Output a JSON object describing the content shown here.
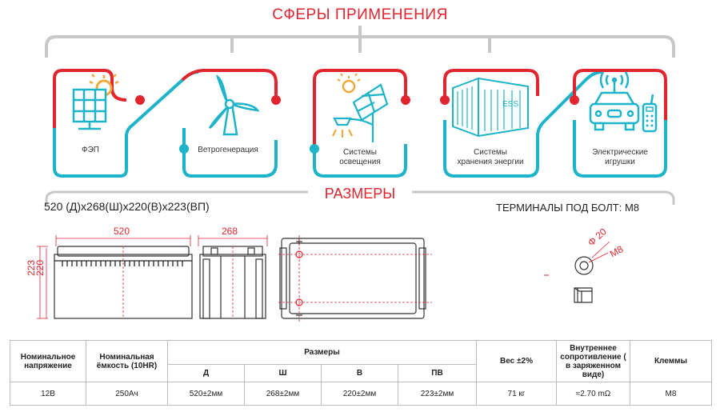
{
  "page": {
    "title": "СФЕРЫ ПРИМЕНЕНИЯ",
    "dimensions_title": "РАЗМЕРЫ",
    "dimensions_text": "520 (Д)x268(Ш)x220(В)x223(ВП)",
    "terminals_text": "ТЕРМИНАЛЫ ПОД БОЛТ: M8"
  },
  "applications": [
    {
      "label": "ФЭП",
      "icon": "solar-panel-icon"
    },
    {
      "label": "Ветрогенерация",
      "icon": "wind-turbine-icon"
    },
    {
      "label": "Системы\nосвещения",
      "icon": "solar-street-light-icon"
    },
    {
      "label": "Системы\nхранения энергии",
      "icon": "energy-storage-container-icon"
    },
    {
      "label": "Электрические\nигрушки",
      "icon": "rc-car-icon"
    }
  ],
  "ess_label": "ESS",
  "drawing": {
    "length": "520",
    "width": "268",
    "height_total": "223",
    "height_case": "220",
    "terminal_diameter": "Φ 20",
    "terminal_bolt": "M8"
  },
  "colors": {
    "red": "#e0252e",
    "teal": "#1db3c8",
    "gray": "#c8c8c8"
  },
  "table": {
    "headers": {
      "voltage": "Номинальное напряжение",
      "capacity": "Номинальная ёмкость (10HR)",
      "dimensions": "Размеры",
      "d": "Д",
      "w": "Ш",
      "h": "В",
      "th": "ПВ",
      "weight": "Вес ±2%",
      "resistance": "Внутреннее сопротивление ( в заряженном виде)",
      "terminals": "Клеммы"
    },
    "row": {
      "voltage": "12В",
      "capacity": "250Ач",
      "d": "520±2мм",
      "w": "268±2мм",
      "h": "220±2мм",
      "th": "223±2мм",
      "weight": "71 кг",
      "resistance": "≈2.70 mΩ",
      "terminals": "M8"
    }
  }
}
